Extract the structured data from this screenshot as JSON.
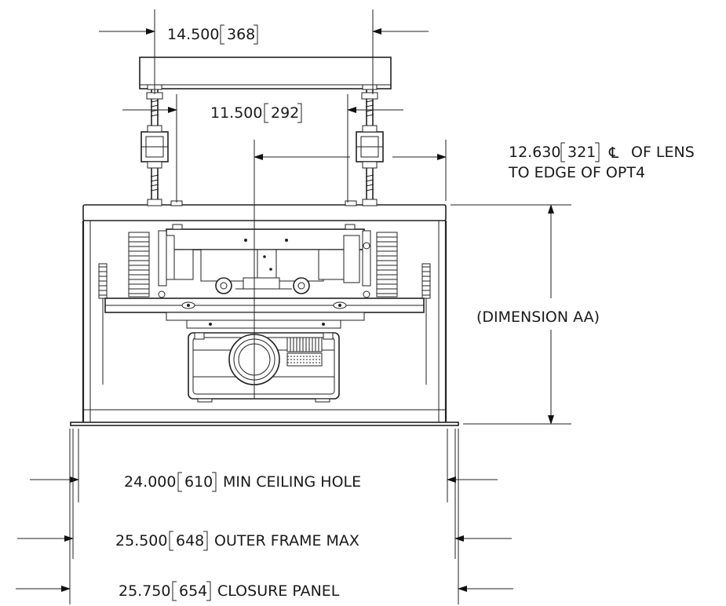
{
  "dimensions": {
    "top_width": {
      "value": "14.500",
      "metric": "368"
    },
    "inner_width": {
      "value": "11.500",
      "metric": "292"
    },
    "lens_offset": {
      "value": "12.630",
      "metric": "321",
      "cl_symbol": "℄",
      "text_line1": "OF LENS",
      "text_line2": "TO EDGE OF OPT4"
    },
    "height": {
      "label": "(DIMENSION AA)"
    },
    "ceiling_hole": {
      "value": "24.000",
      "metric": "610",
      "text": "MIN CEILING HOLE"
    },
    "outer_frame": {
      "value": "25.500",
      "metric": "648",
      "text": "OUTER FRAME MAX"
    },
    "closure_panel": {
      "value": "25.750",
      "metric": "654",
      "text": "CLOSURE PANEL"
    }
  }
}
